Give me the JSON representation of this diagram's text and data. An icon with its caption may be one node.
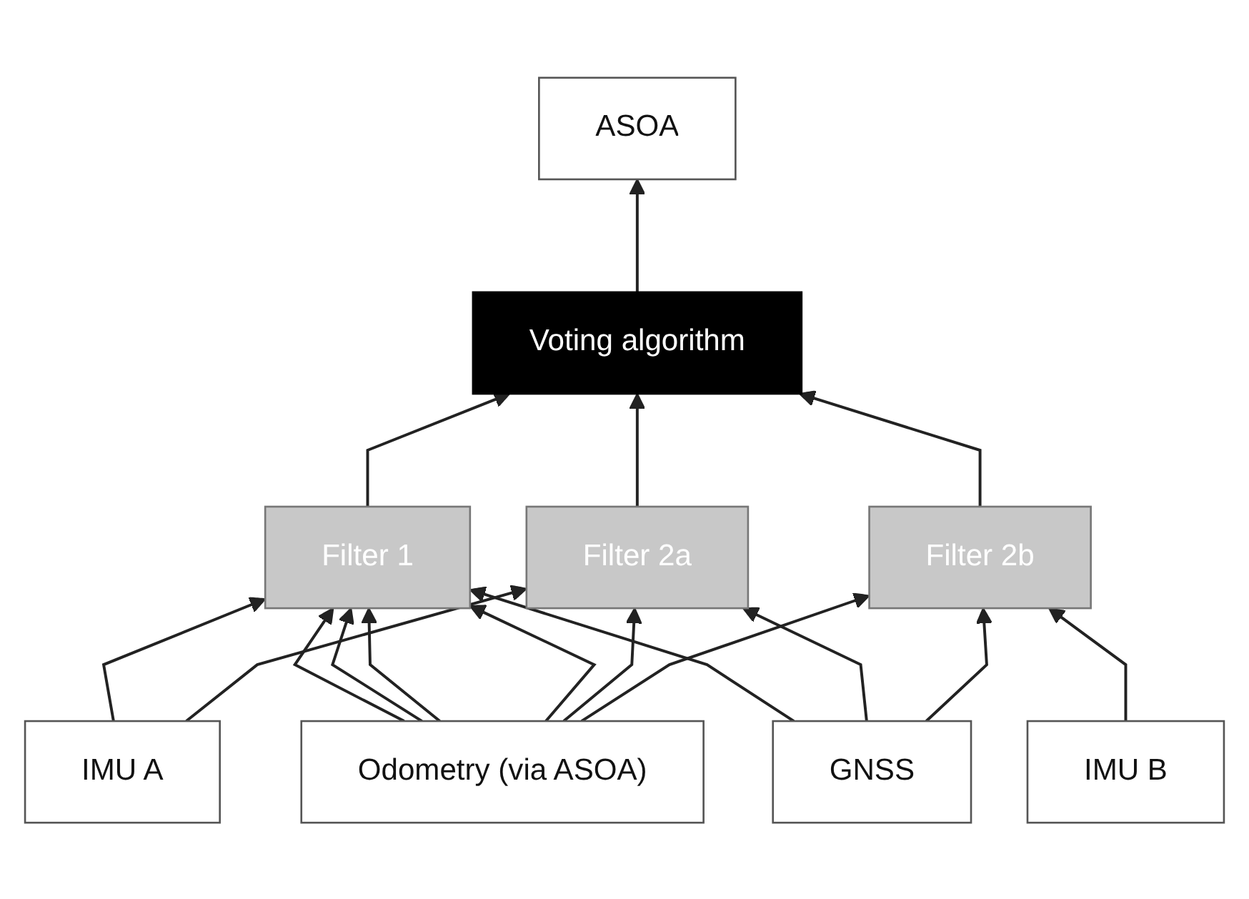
{
  "diagram": {
    "nodes": [
      {
        "text": [
          "ASOA"
        ]
      },
      {
        "text": [
          "Voting algorithm"
        ]
      },
      {
        "text": [
          "Filter 1"
        ]
      },
      {
        "text": [
          "Filter 2a"
        ]
      },
      {
        "text": [
          "Filter 2b"
        ]
      },
      {
        "text": [
          "IMU A"
        ]
      },
      {
        "text": [
          "IMU B"
        ]
      },
      {
        "text": [
          "Odometry (via ASOA)"
        ]
      },
      {
        "text": [
          "GNSS"
        ]
      }
    ],
    "edges": [
      {
        "from": 1,
        "to": 0,
        "arrow": "to"
      },
      {
        "from": 2,
        "to": 1,
        "arrow": "to"
      },
      {
        "from": 3,
        "to": 1,
        "arrow": "to"
      },
      {
        "from": 4,
        "to": 1,
        "arrow": "to"
      },
      {
        "from": 5,
        "to": 2,
        "arrow": "to"
      },
      {
        "from": 7,
        "to": 2,
        "arrow": "to"
      },
      {
        "from": 7,
        "to": 2,
        "arrow": "to"
      },
      {
        "from": 7,
        "to": 2,
        "arrow": "to"
      },
      {
        "from": 7,
        "to": 2,
        "arrow": "to"
      },
      {
        "from": 8,
        "to": 2,
        "arrow": "to"
      },
      {
        "from": 5,
        "to": 3,
        "arrow": "to"
      },
      {
        "from": 7,
        "to": 3,
        "arrow": "to"
      },
      {
        "from": 8,
        "to": 3,
        "arrow": "to"
      },
      {
        "from": 6,
        "to": 4,
        "arrow": "to"
      },
      {
        "from": 7,
        "to": 4,
        "arrow": "to"
      },
      {
        "from": 8,
        "to": 4,
        "arrow": "to"
      }
    ]
  }
}
